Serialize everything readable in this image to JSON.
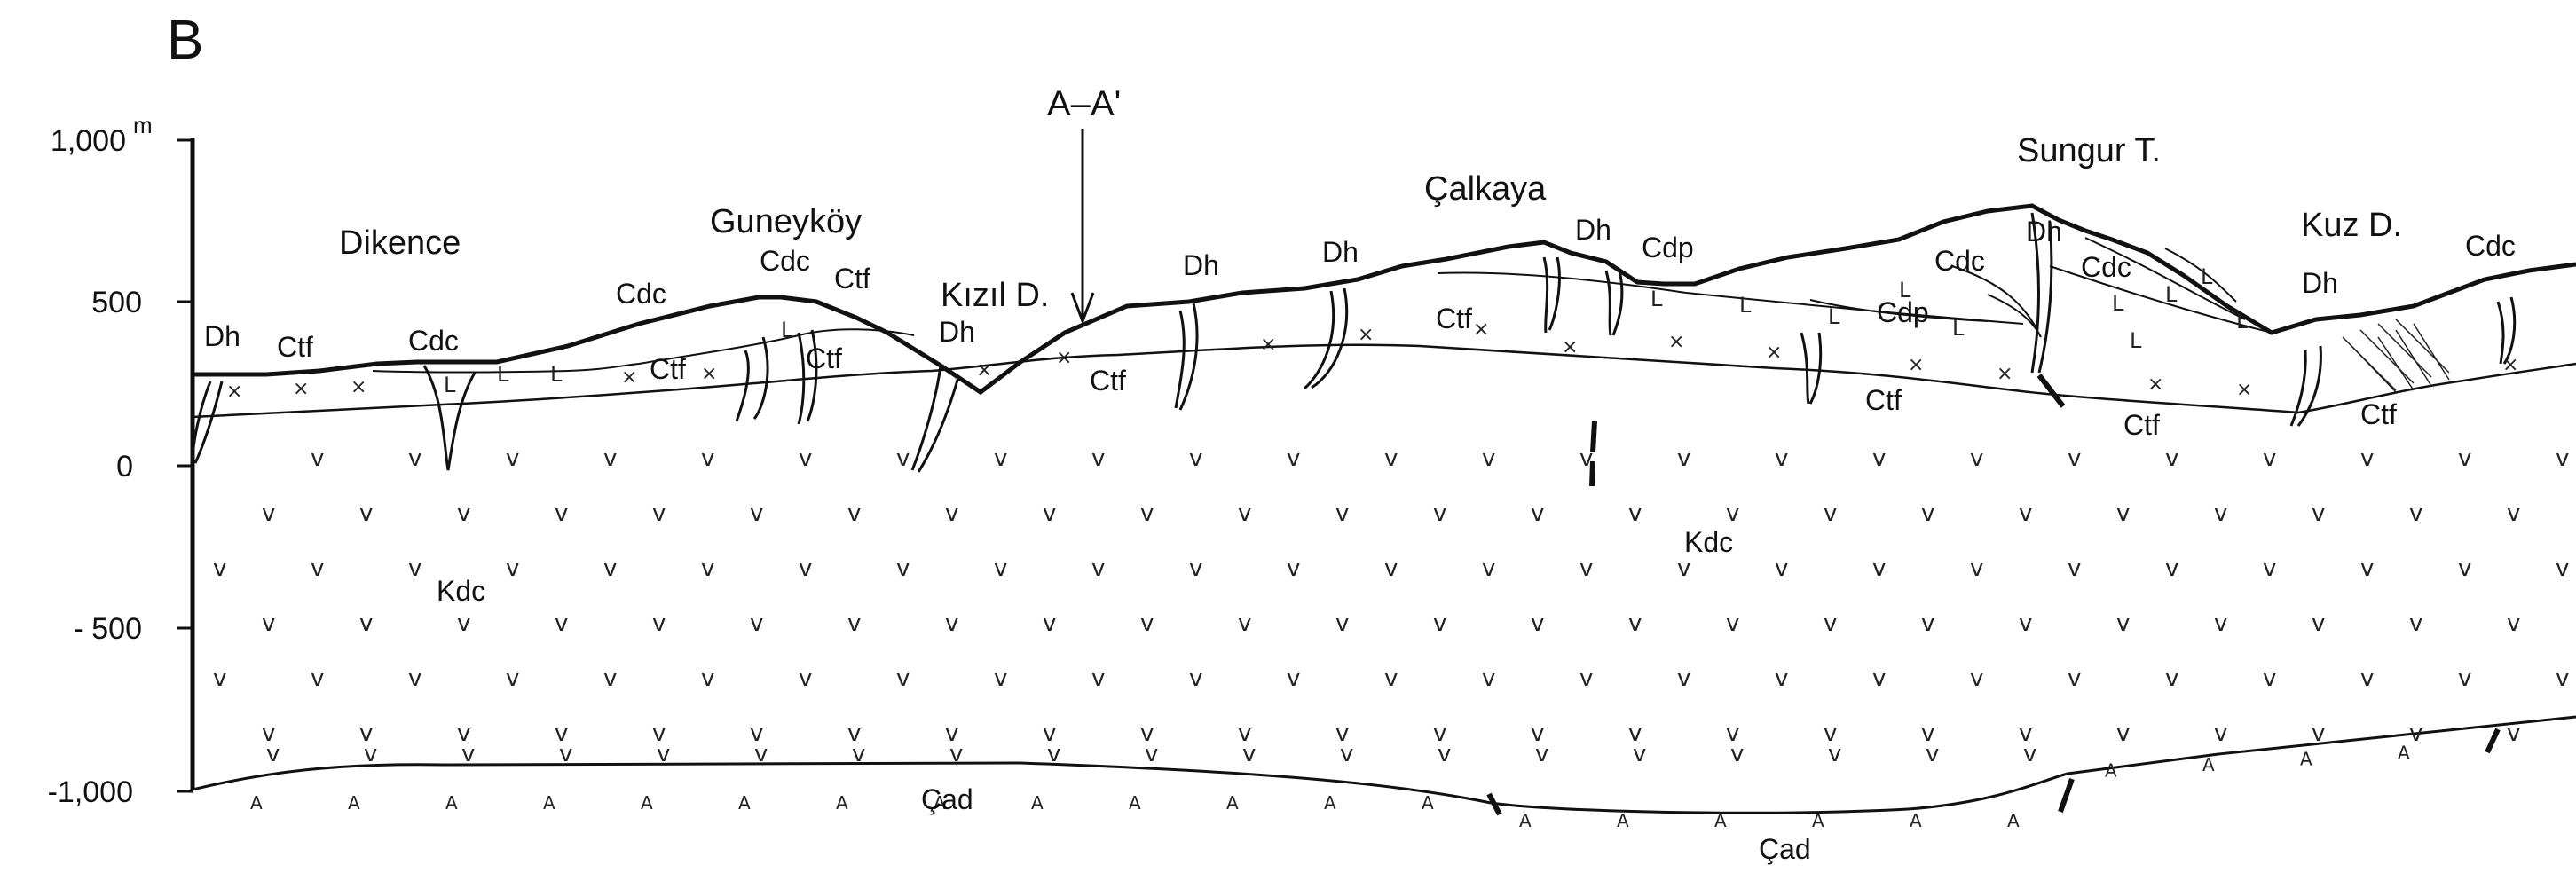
{
  "panel_label": "B",
  "axis": {
    "unit": "m",
    "ticks": [
      {
        "label": "1,000",
        "value": 1000
      },
      {
        "label": "500",
        "value": 500
      },
      {
        "label": "0",
        "value": 0
      },
      {
        "label": "- 500",
        "value": -500
      },
      {
        "label": "-1,000",
        "value": -1000
      }
    ]
  },
  "section_marker": "A–A'",
  "place_names": [
    {
      "id": "dikence",
      "text": "Dikence"
    },
    {
      "id": "guneykoy",
      "text": "Guneyköy"
    },
    {
      "id": "kizil-d",
      "text": "Kızıl D."
    },
    {
      "id": "calkaya",
      "text": "Çalkaya"
    },
    {
      "id": "sungur-t",
      "text": "Sungur T."
    },
    {
      "id": "kuz-d",
      "text": "Kuz D."
    }
  ],
  "units": [
    {
      "id": "dh-1",
      "text": "Dh"
    },
    {
      "id": "ctf-1",
      "text": "Ctf"
    },
    {
      "id": "cdc-1",
      "text": "Cdc"
    },
    {
      "id": "cdc-2",
      "text": "Cdc"
    },
    {
      "id": "ctf-2",
      "text": "Ctf"
    },
    {
      "id": "cdc-3",
      "text": "Cdc"
    },
    {
      "id": "ctf-3",
      "text": "Ctf"
    },
    {
      "id": "ctf-4",
      "text": "Ctf"
    },
    {
      "id": "dh-2",
      "text": "Dh"
    },
    {
      "id": "ctf-5",
      "text": "Ctf"
    },
    {
      "id": "dh-3",
      "text": "Dh"
    },
    {
      "id": "dh-4",
      "text": "Dh"
    },
    {
      "id": "ctf-6",
      "text": "Ctf"
    },
    {
      "id": "dh-5",
      "text": "Dh"
    },
    {
      "id": "cdp-1",
      "text": "Cdp"
    },
    {
      "id": "cdc-4",
      "text": "Cdc"
    },
    {
      "id": "dh-6",
      "text": "Dh"
    },
    {
      "id": "cdc-5",
      "text": "Cdc"
    },
    {
      "id": "cdp-2",
      "text": "Cdp"
    },
    {
      "id": "ctf-7",
      "text": "Ctf"
    },
    {
      "id": "ctf-8",
      "text": "Ctf"
    },
    {
      "id": "dh-7",
      "text": "Dh"
    },
    {
      "id": "ctf-9",
      "text": "Ctf"
    },
    {
      "id": "cdc-6",
      "text": "Cdc"
    },
    {
      "id": "kdc-1",
      "text": "Kdc"
    },
    {
      "id": "kdc-2",
      "text": "Kdc"
    },
    {
      "id": "cad-1",
      "text": "Çad"
    },
    {
      "id": "cad-2",
      "text": "Çad"
    }
  ]
}
